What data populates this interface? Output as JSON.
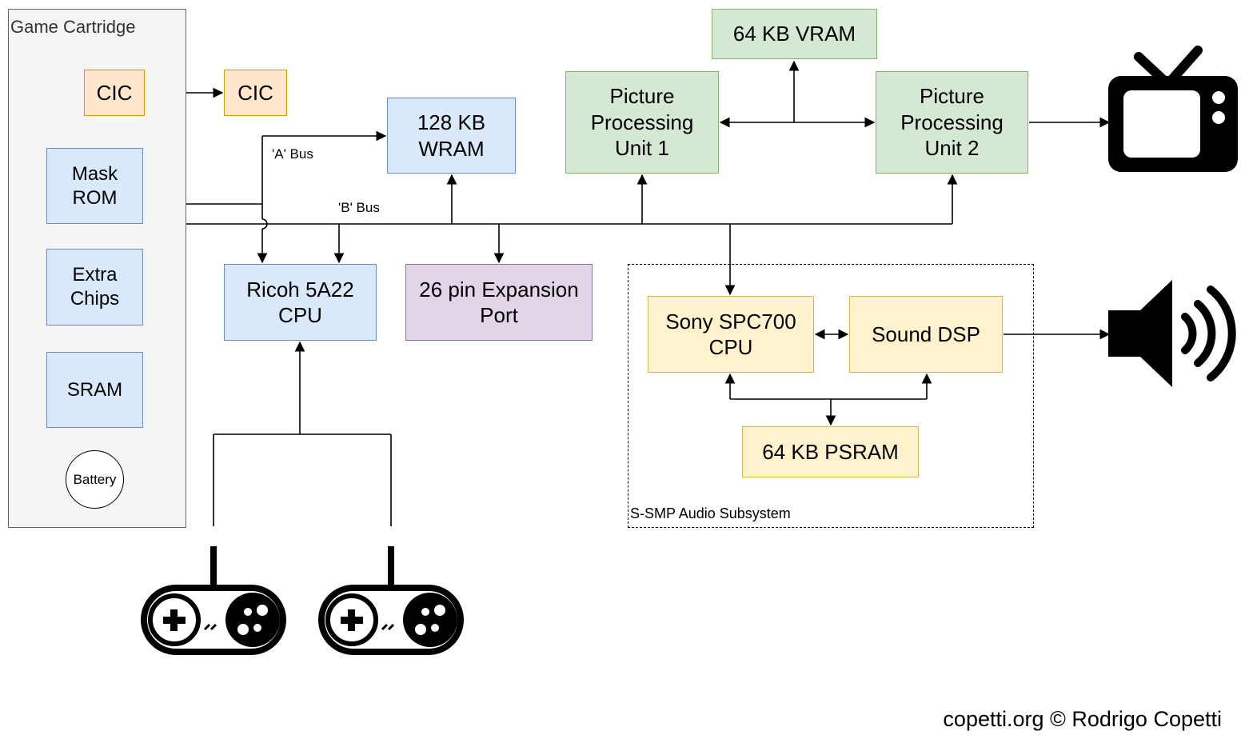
{
  "cartridge": {
    "title": "Game Cartridge",
    "cic": "CIC",
    "mask_rom": "Mask ROM",
    "extra_chips": "Extra Chips",
    "sram": "SRAM",
    "battery": "Battery"
  },
  "console": {
    "cic": "CIC",
    "wram": "128 KB WRAM",
    "cpu": "Ricoh 5A22 CPU",
    "expansion": "26 pin Expansion Port",
    "vram": "64 KB VRAM",
    "ppu1": "Picture Processing Unit 1",
    "ppu2": "Picture Processing Unit 2"
  },
  "buses": {
    "a_bus": "'A' Bus",
    "b_bus": "'B' Bus"
  },
  "audio": {
    "title": "S-SMP Audio Subsystem",
    "spc700": "Sony SPC700 CPU",
    "dsp": "Sound DSP",
    "psram": "64 KB PSRAM"
  },
  "icons": {
    "tv": "tv-icon",
    "speaker": "speaker-icon",
    "controller": "gamepad-icon"
  },
  "credit": "copetti.org © Rodrigo Copetti"
}
